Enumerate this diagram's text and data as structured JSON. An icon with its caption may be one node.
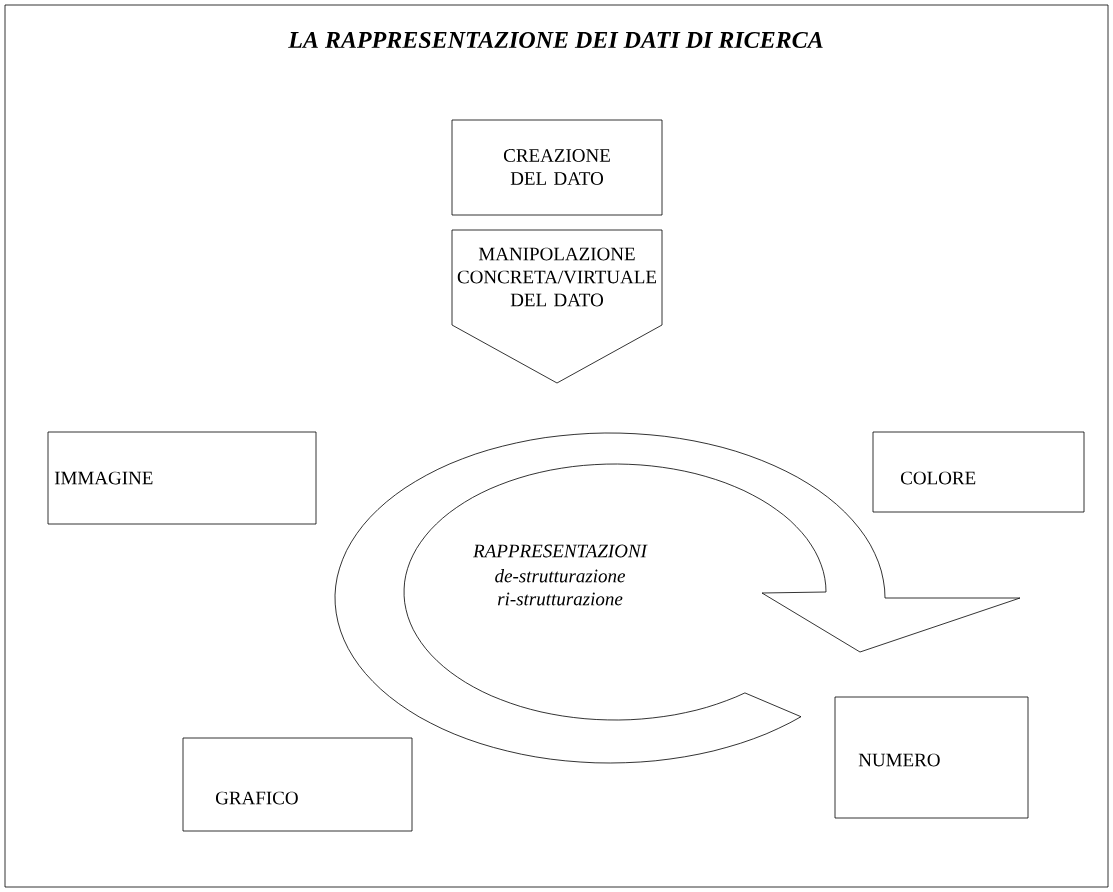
{
  "diagram": {
    "title": "LA RAPPRESENTAZIONE DEI DATI DI RICERCA",
    "nodes": [
      {
        "text": [
          "CREAZIONE DEL DATO"
        ]
      },
      {
        "text": [
          "MANIPOLAZIONE CONCRETA/VIRTUALE DEL DATO"
        ]
      },
      {
        "text": [
          "IMMAGINE"
        ]
      },
      {
        "text": [
          "COLORE"
        ]
      },
      {
        "text": [
          "RAPPRESENTAZIONI",
          "de-strutturazione ri-strutturazione"
        ]
      },
      {
        "text": [
          "GRAFICO"
        ]
      },
      {
        "text": [
          "NUMERO"
        ]
      }
    ]
  }
}
